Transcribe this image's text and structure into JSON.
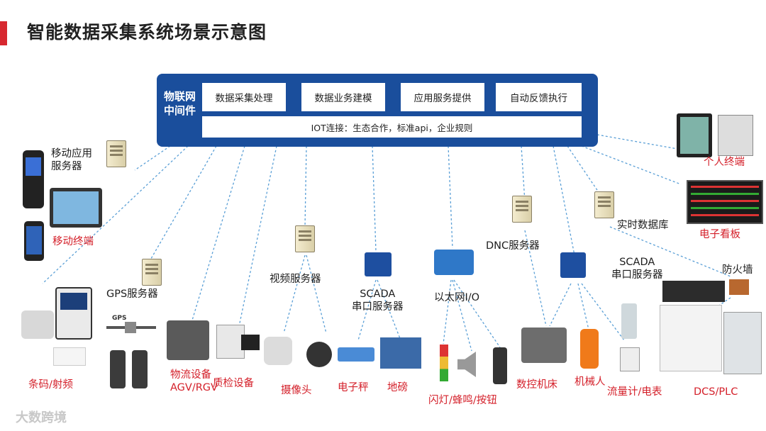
{
  "title": "智能数据采集系统场景示意图",
  "middleware": {
    "label_line1": "物联网",
    "label_line2": "中间件",
    "modules": [
      "数据采集处理",
      "数据业务建模",
      "应用服务提供",
      "自动反馈执行"
    ],
    "iot_text": "IOT连接：生态合作，标准api，企业规则"
  },
  "nodes": {
    "mobile_server": "移动应用\n服务器",
    "mobile_terminal": "移动终端",
    "gps_server": "GPS服务器",
    "barcode": "条码/射频",
    "logistics": "物流设备\nAGV/RGV",
    "quality": "质检设备",
    "video_server": "视频服务器",
    "camera": "摄像头",
    "scada1": "SCADA\n串口服务器",
    "e_scale": "电子秤",
    "weighbridge": "地磅",
    "ethernet_io": "以太网I/O",
    "alarm": "闪灯/蜂鸣/按钮",
    "dnc_server": "DNC服务器",
    "cnc": "数控机床",
    "robot": "机械人",
    "realtime_db": "实时数据库",
    "scada2": "SCADA\n串口服务器",
    "firewall": "防火墙",
    "flowmeter": "流量计/电表",
    "dcs": "DCS/PLC",
    "personal": "个人终端",
    "board": "电子看板"
  },
  "gps_text": "GPS",
  "logo_text": "大数跨境",
  "colors": {
    "title_bar": "#d7282f",
    "middleware": "#1a4e9c",
    "red_label": "#d4202a"
  }
}
